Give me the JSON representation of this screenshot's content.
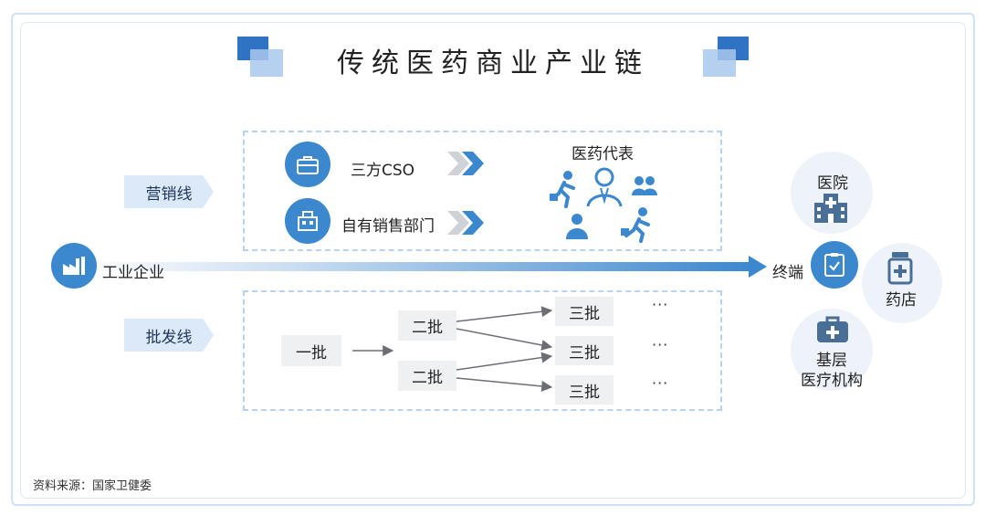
{
  "title": "传统医药商业产业链",
  "source": "资料来源：国家卫健委",
  "marketing": {
    "label": "营销线",
    "third_party": "三方CSO",
    "own_team": "自有销售部门",
    "rep": "医药代表"
  },
  "wholesale": {
    "label": "批发线",
    "first": "一批",
    "second": [
      "二批",
      "二批"
    ],
    "third": [
      "三批",
      "三批",
      "三批"
    ],
    "ellipsis": "···"
  },
  "producer": "工业企业",
  "terminal": {
    "label": "终端",
    "hospital": "医院",
    "pharmacy": "药店",
    "primary_line1": "基层",
    "primary_line2": "医疗机构"
  },
  "colors": {
    "primary": "#3c88cf",
    "tag_bg": "#dce9f8",
    "dashed": "#b9d3ef"
  }
}
